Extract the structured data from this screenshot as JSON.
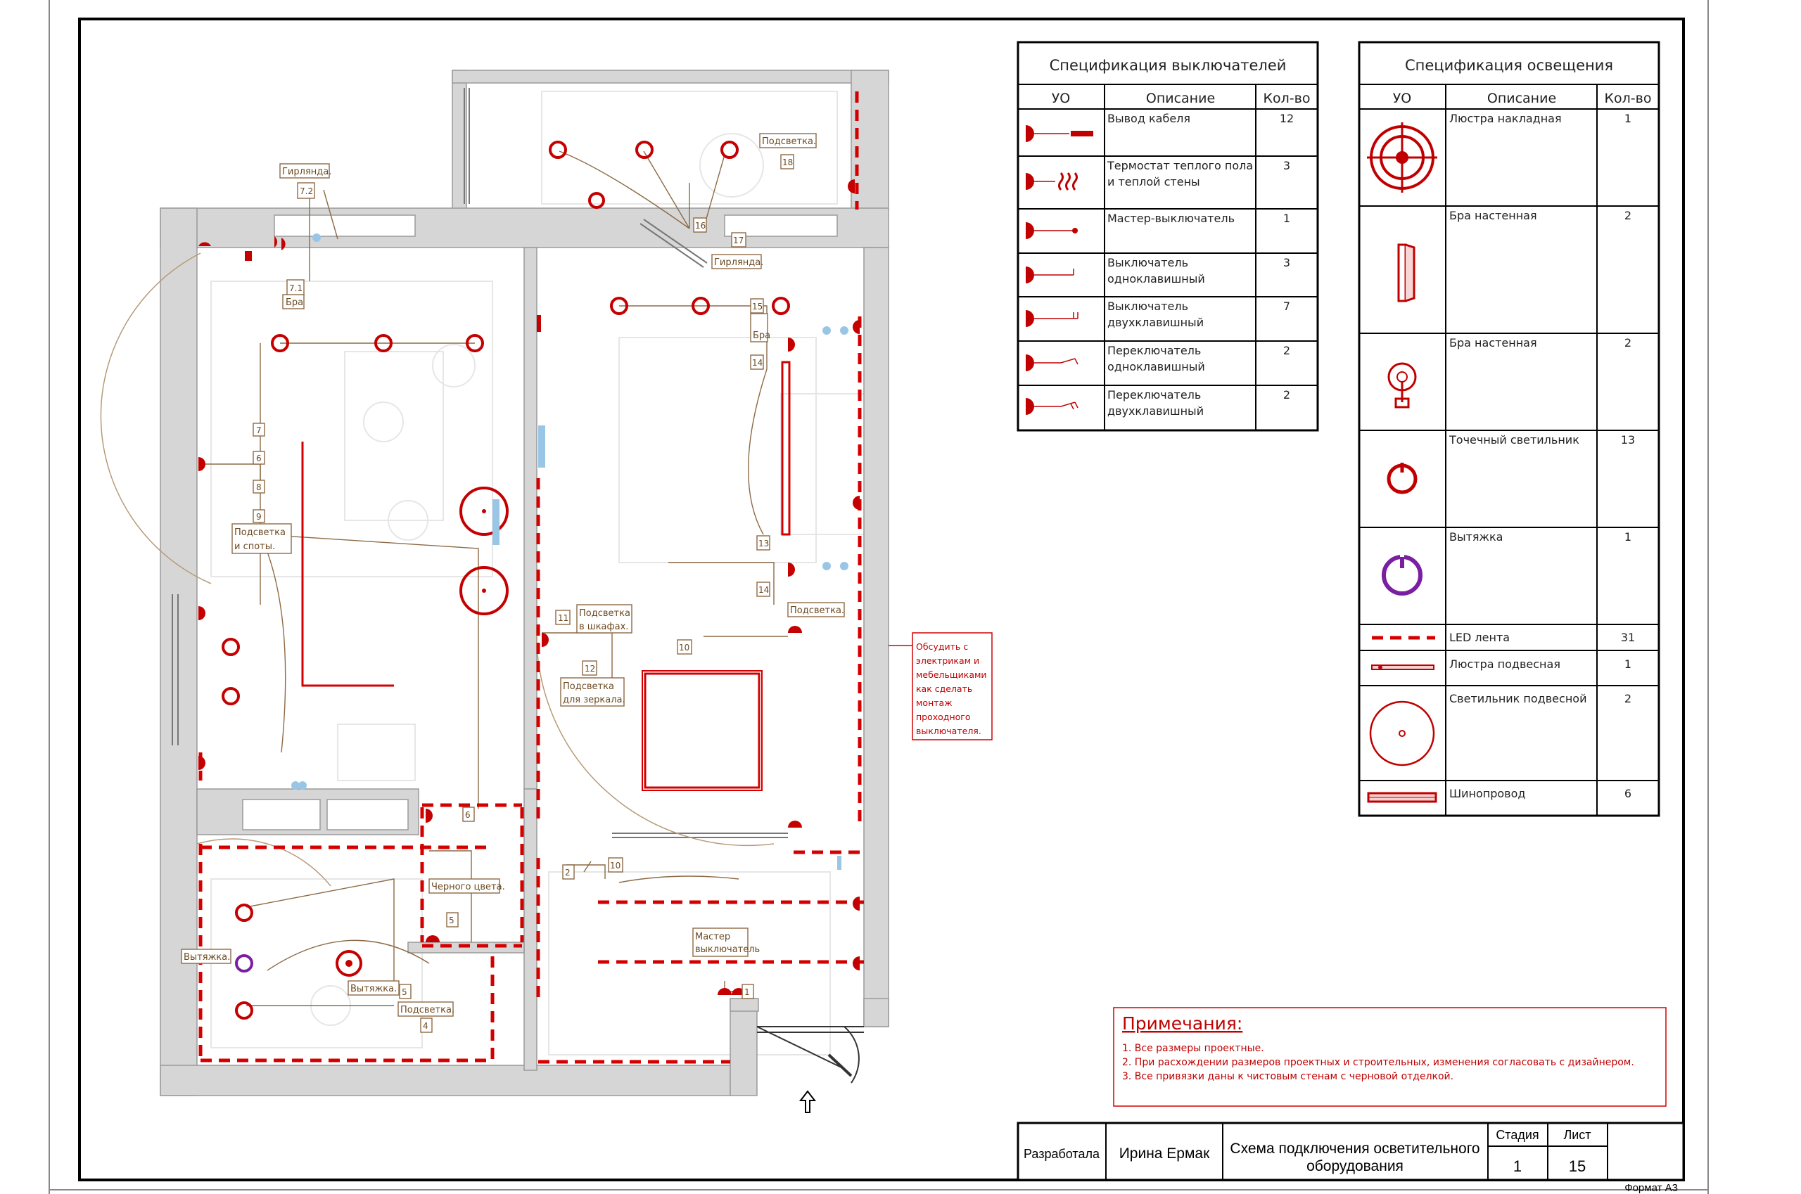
{
  "switch_spec": {
    "title": "Спецификация выключателей",
    "headers": {
      "symbol": "УО",
      "description": "Описание",
      "qty": "Кол-во"
    },
    "rows": [
      {
        "icon": "cable-outlet-icon",
        "lines": [
          "Вывод кабеля"
        ],
        "qty": "12"
      },
      {
        "icon": "thermostat-icon",
        "lines": [
          "Термостат теплого пола",
          "и теплой стены"
        ],
        "qty": "3"
      },
      {
        "icon": "master-switch-icon",
        "lines": [
          "Мастер-выключатель"
        ],
        "qty": "1"
      },
      {
        "icon": "single-switch-icon",
        "lines": [
          "Выключатель",
          "одноклавишный"
        ],
        "qty": "3"
      },
      {
        "icon": "double-switch-icon",
        "lines": [
          "Выключатель",
          "двухклавишный"
        ],
        "qty": "7"
      },
      {
        "icon": "single-toggle-icon",
        "lines": [
          "Переключатель",
          "одноклавишный"
        ],
        "qty": "2"
      },
      {
        "icon": "double-toggle-icon",
        "lines": [
          "Переключатель",
          "двухклавишный"
        ],
        "qty": "2"
      }
    ]
  },
  "light_spec": {
    "title": "Спецификация освещения",
    "headers": {
      "symbol": "УО",
      "description": "Описание",
      "qty": "Кол-во"
    },
    "rows": [
      {
        "icon": "ceiling-chandelier-icon",
        "label": "Люстра накладная",
        "qty": "1"
      },
      {
        "icon": "wall-sconce-icon",
        "label": "Бра настенная",
        "qty": "2"
      },
      {
        "icon": "wall-sconce-round-icon",
        "label": "Бра настенная",
        "qty": "2"
      },
      {
        "icon": "spotlight-icon",
        "label": "Точечный светильник",
        "qty": "13"
      },
      {
        "icon": "hood-icon",
        "label": "Вытяжка",
        "qty": "1"
      },
      {
        "icon": "led-strip-icon",
        "label": "LED лента",
        "qty": "31"
      },
      {
        "icon": "pendant-chandelier-icon",
        "label": "Люстра подвесная",
        "qty": "1"
      },
      {
        "icon": "pendant-lamp-icon",
        "label": "Светильник подвесной",
        "qty": "2"
      },
      {
        "icon": "busbar-icon",
        "label": "Шинопровод",
        "qty": "6"
      }
    ]
  },
  "notes": {
    "title": "Примечания:",
    "items": [
      "1.   Все размеры проектные.",
      "2.   При расхождении размеров проектных и строительных, изменения согласовать с дизайнером.",
      "3.   Все привязки даны к чистовым стенам с черновой отделкой."
    ]
  },
  "stamp": {
    "author_label": "Разработала",
    "author_name": "Ирина Ермак",
    "title_line1": "Схема подключения осветительного",
    "title_line2": "оборудования",
    "stage_label": "Стадия",
    "stage_value": "1",
    "sheet_label": "Лист",
    "sheet_value": "15"
  },
  "format_label": "Формат А3",
  "plan": {
    "discuss_note": [
      "Обсудить с",
      "электрикам и",
      "мебельщиками",
      "как сделать",
      "монтаж",
      "проходного",
      "выключателя."
    ],
    "labels": {
      "garland_top": "Гирлянда.",
      "garland_balcony": "Гирлянда.",
      "backlight_balcony": "Подсветка.",
      "sconce_7_1": "Бра",
      "sconce_14": "Бра",
      "backlight_spots": [
        "Подсветка",
        "и споты."
      ],
      "backlight_closets": [
        "Подсветка",
        "в шкафах."
      ],
      "backlight_mirror": [
        "Подсветка",
        "для зеркала."
      ],
      "backlight_bedroom": "Подсветка.",
      "black_color": "Черного цвета.",
      "hood_left": "Вытяжка.",
      "hood_center": "Вытяжка.",
      "backlight_kitchen": "Подсветка.",
      "master_switch": [
        "Мастер",
        "выключатель"
      ]
    },
    "tags": [
      "7.2",
      "7.1",
      "7",
      "6",
      "8",
      "9",
      "16",
      "17",
      "18",
      "15",
      "14",
      "13",
      "14",
      "11",
      "12",
      "10",
      "10",
      "6",
      "5",
      "2",
      "5",
      "4",
      "1"
    ]
  }
}
